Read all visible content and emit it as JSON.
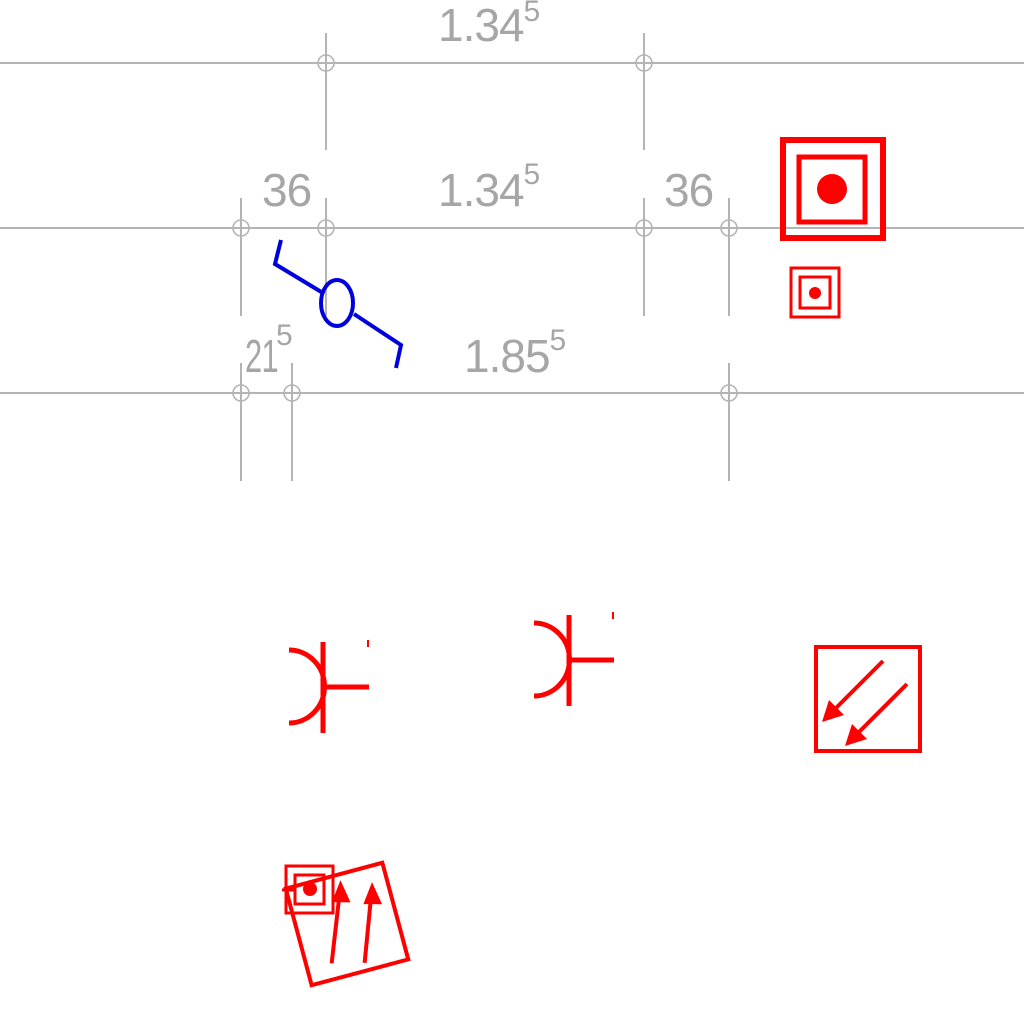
{
  "dimensions": {
    "top_row": {
      "main": "1.34",
      "sup": "5"
    },
    "middle_row": [
      {
        "main": "36",
        "sup": ""
      },
      {
        "main": "1.34",
        "sup": "5"
      },
      {
        "main": "36",
        "sup": ""
      }
    ],
    "bottom_row": [
      {
        "main": "21",
        "sup": "5"
      },
      {
        "main": "1.85",
        "sup": "5"
      }
    ]
  },
  "symbols": {
    "red_color": "#ff0000",
    "blue_color": "#0000dd",
    "grid_color": "#b4b4b4",
    "text_color": "#a6a6a6",
    "items": [
      "socket-large-icon",
      "socket-small-icon",
      "switch-icon",
      "outlet-left-icon",
      "outlet-right-icon",
      "distribution-box-down-icon",
      "distribution-box-up-icon"
    ]
  }
}
